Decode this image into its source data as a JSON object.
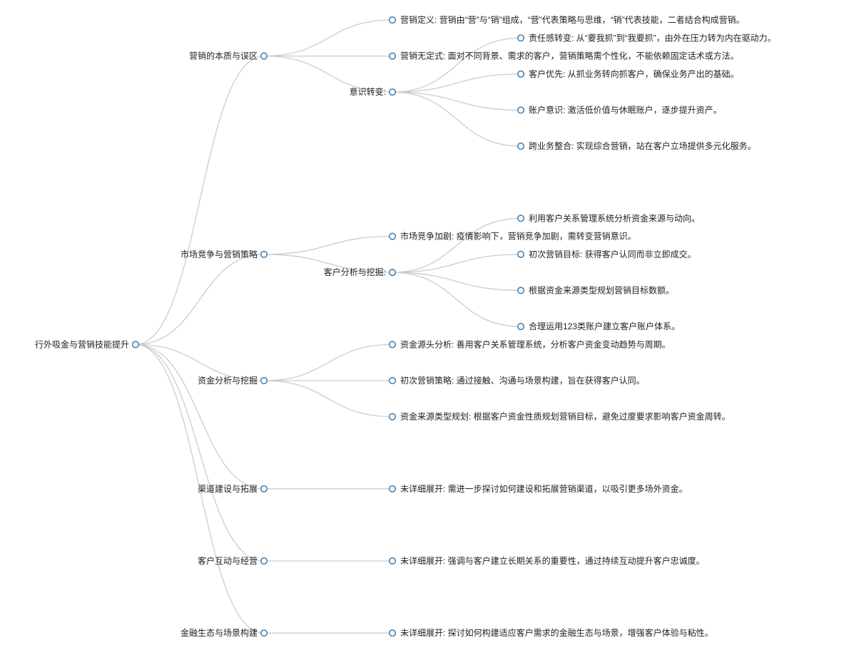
{
  "colors": {
    "link": "#cccccc",
    "node_stroke": "#4682b4",
    "node_fill": "#ffffff",
    "text": "#222222"
  },
  "tree": {
    "label": "行外吸金与营销技能提升",
    "children": [
      {
        "label": "营销的本质与误区",
        "children": [
          {
            "label": "营销定义: 营销由“营”与“销”组成，“营”代表策略与思维，“销”代表技能，二者结合构成营销。"
          },
          {
            "label": "营销无定式: 面对不同背景、需求的客户，营销策略需个性化，不能依赖固定话术或方法。"
          },
          {
            "label": "意识转变:",
            "children": [
              {
                "label": "责任感转变: 从“要我抓”到“我要抓”，由外在压力转为内在驱动力。"
              },
              {
                "label": "客户优先: 从抓业务转向抓客户，确保业务产出的基础。"
              },
              {
                "label": "账户意识: 激活低价值与休眠账户，逐步提升资产。"
              },
              {
                "label": "跨业务整合: 实现综合营销，站在客户立场提供多元化服务。"
              }
            ]
          }
        ]
      },
      {
        "label": "市场竞争与营销策略",
        "children": [
          {
            "label": "市场竞争加剧: 疫情影响下，营销竞争加剧，需转变营销意识。"
          },
          {
            "label": "客户分析与挖掘:",
            "children": [
              {
                "label": "利用客户关系管理系统分析资金来源与动向。"
              },
              {
                "label": "初次营销目标: 获得客户认同而非立即成交。"
              },
              {
                "label": "根据资金来源类型规划营销目标数额。"
              },
              {
                "label": "合理运用123类账户建立客户账户体系。"
              }
            ]
          }
        ]
      },
      {
        "label": "资金分析与挖掘",
        "children": [
          {
            "label": "资金源头分析: 善用客户关系管理系统，分析客户资金变动趋势与周期。"
          },
          {
            "label": "初次营销策略: 通过接触、沟通与场景构建，旨在获得客户认同。"
          },
          {
            "label": "资金来源类型规划: 根据客户资金性质规划营销目标，避免过度要求影响客户资金周转。"
          }
        ]
      },
      {
        "label": "渠道建设与拓展",
        "children": [
          {
            "label": "未详细展开: 需进一步探讨如何建设和拓展营销渠道，以吸引更多场外资金。"
          }
        ]
      },
      {
        "label": "客户互动与经营",
        "children": [
          {
            "label": "未详细展开: 强调与客户建立长期关系的重要性，通过持续互动提升客户忠诚度。"
          }
        ]
      },
      {
        "label": "金融生态与场景构建",
        "children": [
          {
            "label": "未详细展开: 探讨如何构建适应客户需求的金融生态与场景，增强客户体验与粘性。"
          }
        ]
      }
    ]
  }
}
